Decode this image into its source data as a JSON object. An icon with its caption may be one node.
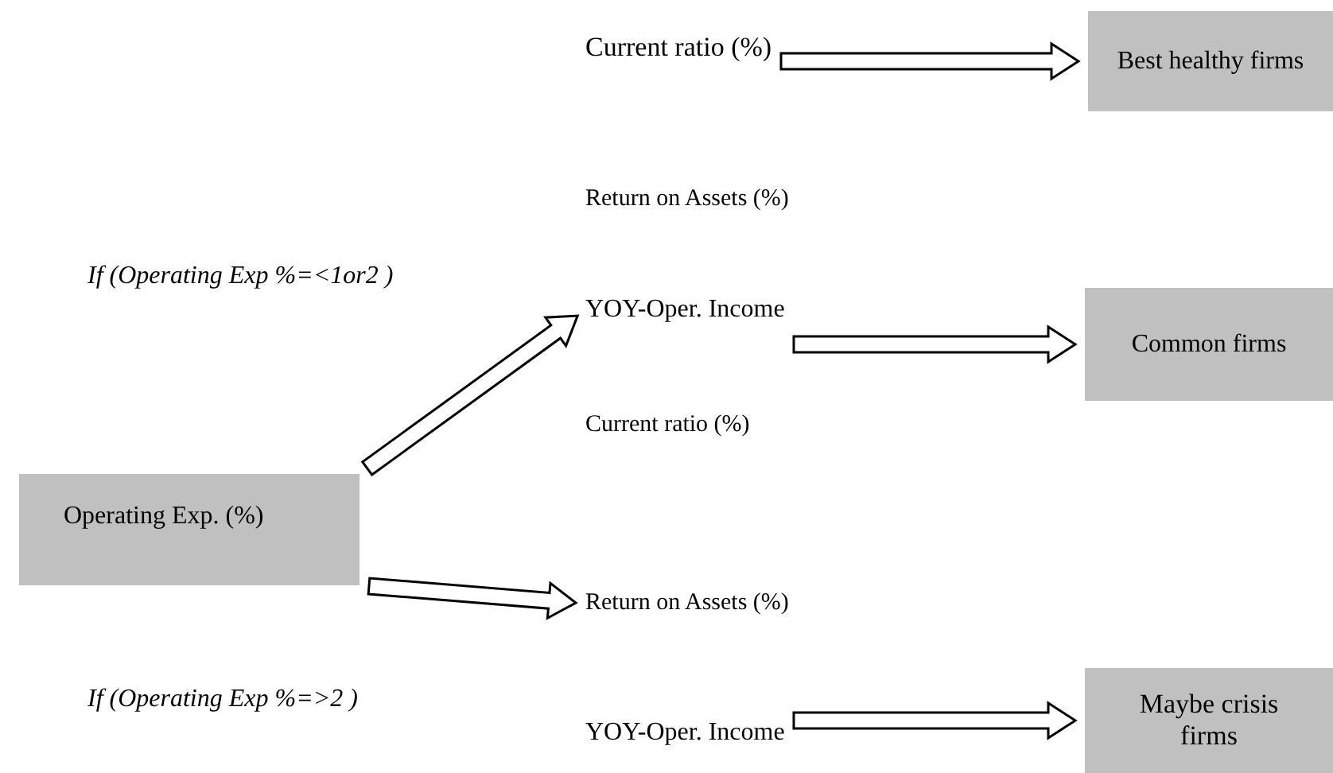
{
  "diagram": {
    "nodes": [
      {
        "text": [
          "Operating Exp. (%)"
        ]
      },
      {
        "text": [
          "Current ratio (%)"
        ]
      },
      {
        "text": [
          "Best healthy firms"
        ]
      },
      {
        "text": [
          "Return on Assets (%)"
        ]
      },
      {
        "text": [
          "YOY-Oper. Income"
        ]
      },
      {
        "text": [
          "Current ratio (%)"
        ]
      },
      {
        "text": [
          "Common firms"
        ]
      },
      {
        "text": [
          "Return on Assets (%)"
        ]
      },
      {
        "text": [
          "YOY-Oper. Income"
        ]
      },
      {
        "text": [
          "Maybe crisis firms"
        ]
      }
    ],
    "edges": [
      {
        "from": 0,
        "to": 4,
        "arrow": "to"
      },
      {
        "from": 0,
        "to": 7,
        "arrow": "to"
      },
      {
        "from": 1,
        "to": 2,
        "arrow": "to"
      },
      {
        "from": 4,
        "to": 6,
        "arrow": "to"
      },
      {
        "from": 8,
        "to": 9,
        "arrow": "to"
      }
    ],
    "labels": [
      "If (Operating Exp %=<1or2 )",
      "If (Operating Exp %=>2 )"
    ]
  }
}
